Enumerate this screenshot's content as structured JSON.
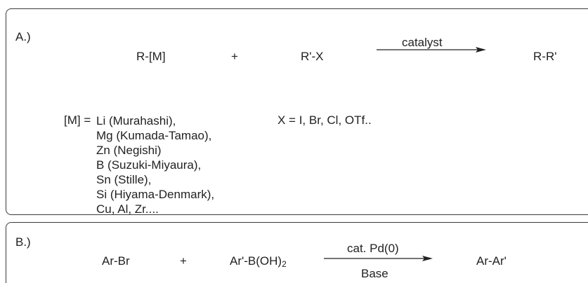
{
  "panel_a": {
    "label": "A.)",
    "reactant_1": "R-[M]",
    "plus": "+",
    "reactant_2": "R'-X",
    "arrow_above": "catalyst",
    "product": "R-R'",
    "metal_prefix": "[M] =",
    "metal_list": [
      "Li (Murahashi),",
      "Mg (Kumada-Tamao),",
      "Zn (Negishi)",
      "B (Suzuki-Miyaura),",
      "Sn (Stille),",
      "Si (Hiyama-Denmark),",
      "Cu, Al, Zr...."
    ],
    "halide_note": "X = I, Br, Cl, OTf.."
  },
  "panel_b": {
    "label": "B.)",
    "reactant_1": "Ar-Br",
    "plus": "+",
    "reactant_2_main": "Ar'-B(OH)",
    "reactant_2_sub": "2",
    "arrow_above": "cat. Pd(0)",
    "arrow_below": "Base",
    "product": "Ar-Ar'"
  }
}
